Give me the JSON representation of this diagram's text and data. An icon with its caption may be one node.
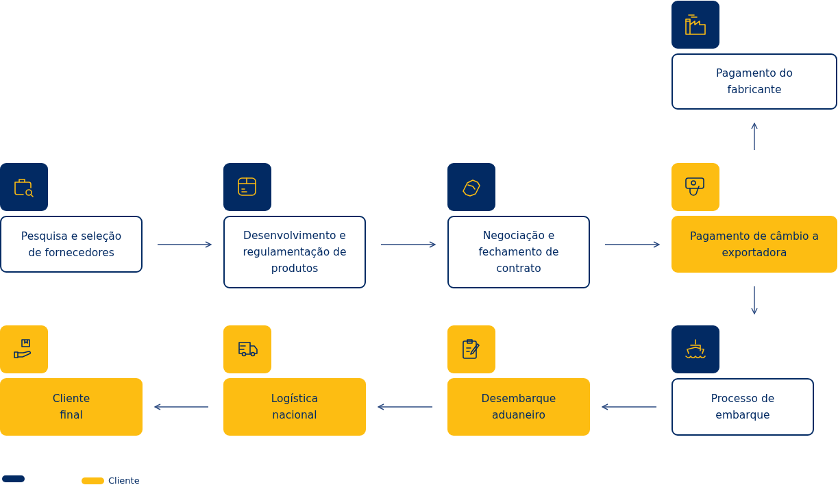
{
  "diagram": {
    "nodes": [
      {
        "text": [
          "Pagamento do fabricante"
        ]
      },
      {
        "text": [
          "Pesquisa e seleção de fornecedores"
        ]
      },
      {
        "text": [
          "Desenvolvimento e regulamentação de produtos"
        ]
      },
      {
        "text": [
          "Negociação e fechamento de contrato"
        ]
      },
      {
        "text": [
          "Pagamento de câmbio a exportadora"
        ]
      },
      {
        "text": [
          "Cliente final"
        ]
      },
      {
        "text": [
          "Logística nacional"
        ]
      },
      {
        "text": [
          "Desembarque aduaneiro"
        ]
      },
      {
        "text": [
          "Processo de embarque"
        ]
      }
    ],
    "edges": [
      {
        "from": 1,
        "to": 2,
        "arrow": "to"
      },
      {
        "from": 2,
        "to": 3,
        "arrow": "to"
      },
      {
        "from": 3,
        "to": 4,
        "arrow": "to"
      },
      {
        "from": 4,
        "to": 0,
        "arrow": "to"
      },
      {
        "from": 4,
        "to": 8,
        "arrow": "to"
      },
      {
        "from": 8,
        "to": 7,
        "arrow": "to"
      },
      {
        "from": 7,
        "to": 6,
        "arrow": "to"
      },
      {
        "from": 6,
        "to": 5,
        "arrow": "to"
      }
    ],
    "legend": [
      {
        "text": "Cliente",
        "color": "#fdbd12"
      }
    ]
  }
}
